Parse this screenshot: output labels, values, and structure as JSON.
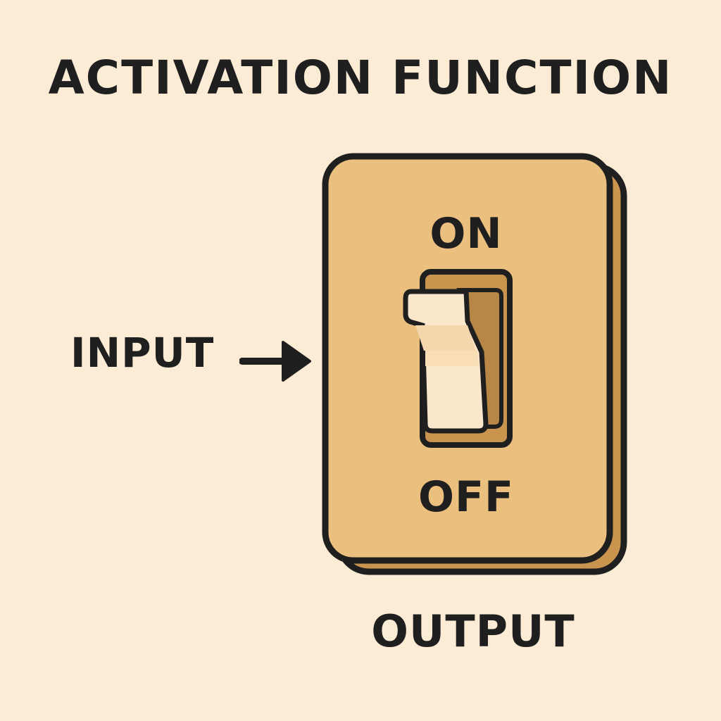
{
  "title": "ACTIVATION FUNCTION",
  "labels": {
    "input": "INPUT",
    "output": "OUTPUT",
    "on": "ON",
    "off": "OFF"
  },
  "icons": {
    "arrow": "arrow-right-icon",
    "switch": "light-switch-icon"
  },
  "colors": {
    "background": "#fcecd6",
    "plate": "#ebc07f",
    "plate_shadow": "#c9944e",
    "toggle_light": "#fbe7cc",
    "outline": "#1f1f1f"
  }
}
